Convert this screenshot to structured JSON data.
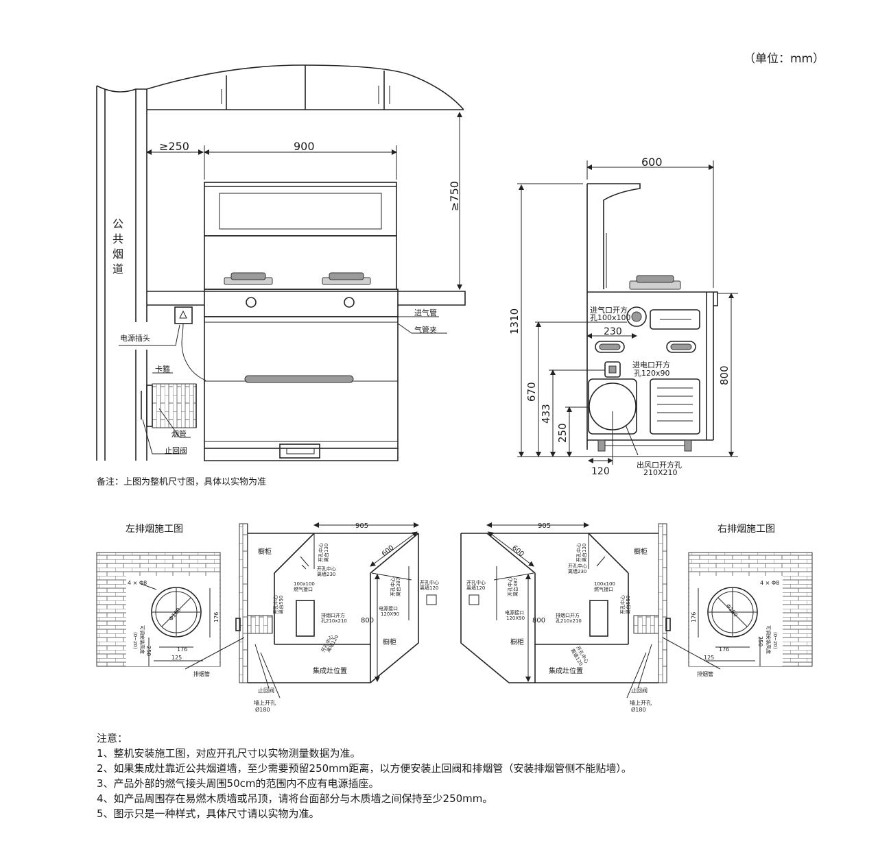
{
  "unit_label": "（单位：mm）",
  "remark": "备注：上图为整机尺寸图，具体以实物为准",
  "front_view": {
    "flue_label": [
      "公",
      "共",
      "烟",
      "道"
    ],
    "dim_gap": "≥250",
    "dim_width": "900",
    "dim_height_above": "≥750",
    "power_plug": "电源插头",
    "clamp": "卡箍",
    "smoke_pipe": "烟管",
    "check_valve": "止回阀",
    "gas_inlet_pipe": "进气管",
    "gas_pipe_clip": "气管夹"
  },
  "side_view": {
    "dim_depth": "600",
    "dim_total_height": "1310",
    "dim_670": "670",
    "dim_433": "433",
    "dim_250": "250",
    "dim_800": "800",
    "dim_230": "230",
    "dim_120": "120",
    "gas_hole_line1": "进气口开方",
    "gas_hole_line2": "孔100x100",
    "power_hole_line1": "进电口开方",
    "power_hole_line2": "孔120x90",
    "air_outlet_line1": "出风口开方孔",
    "air_outlet_line2": "210X210"
  },
  "left_install": {
    "title": "左排烟施工图",
    "dim_905": "905",
    "dim_600": "600",
    "dim_800": "800",
    "cabinet_top": "橱柜",
    "cabinet_bottom": "橱柜",
    "stove_position": "集成灶位置",
    "hole_center_a": [
      "开孔中心",
      "离台130"
    ],
    "hole_center_b": [
      "开孔中心",
      "离墙230"
    ],
    "gas_interface": [
      "100x100",
      "燃气接口"
    ],
    "hole_center_c": [
      "开孔中心",
      "离台550"
    ],
    "exhaust_opening": [
      "排烟口开方",
      "孔210x210"
    ],
    "hole_center_d": [
      "开孔中心",
      "离墙120"
    ],
    "hole_center_e": [
      "开孔中心",
      "离台387"
    ],
    "hole_center_f": [
      "开孔中心",
      "离墙120"
    ],
    "power_interface": [
      "电源接口",
      "120X90"
    ],
    "exhaust_pipe": "排烟管",
    "check_valve": "止回阀",
    "wall_hole": [
      "墙上开孔",
      "Ø180"
    ],
    "brick_4phi8": "4 × Φ8",
    "brick_phi180": "Φ180",
    "brick_176v": "176",
    "brick_176h": "176",
    "brick_250": "250",
    "brick_125": "125",
    "brick_adjust": [
      "可调安装高度",
      "(0~20)"
    ]
  },
  "right_install": {
    "title": "右排烟施工图",
    "dim_905": "905",
    "dim_600": "600",
    "dim_800": "800",
    "cabinet_top": "橱柜",
    "cabinet_bottom": "橱柜",
    "stove_position": "集成灶位置",
    "hole_center_a": [
      "开孔中心",
      "离台130"
    ],
    "hole_center_b": [
      "开孔中心",
      "离墙230"
    ],
    "gas_interface": [
      "100x100",
      "燃气接口"
    ],
    "hole_center_c": [
      "开孔中心",
      "离台550"
    ],
    "exhaust_opening": [
      "排烟口开方",
      "孔210x210"
    ],
    "hole_center_d": [
      "开孔中心",
      "离墙120"
    ],
    "hole_center_e": [
      "开孔中心",
      "离台387"
    ],
    "hole_center_f": [
      "开孔中心",
      "离墙120"
    ],
    "power_interface": [
      "电源接口",
      "120X90"
    ],
    "exhaust_pipe": "排烟管",
    "check_valve": "止回阀",
    "wall_hole": [
      "墙上开孔",
      "Ø180"
    ],
    "brick_4phi8": "4 × Φ8",
    "brick_phi180": "Φ180",
    "brick_176v": "176",
    "brick_176h": "176",
    "brick_250": "250",
    "brick_125": "125",
    "brick_adjust": [
      "可调安装高度",
      "(0~20)"
    ]
  },
  "notes": {
    "title": "注意：",
    "items": [
      "1、整机安装施工图，对应开孔尺寸以实物测量数据为准。",
      "2、如果集成灶靠近公共烟道墙，至少需要预留250mm距离，以方便安装止回阀和排烟管（安装排烟管侧不能贴墙）。",
      "3、产品外部的燃气接头周围50cm的范围内不应有电源插座。",
      "4、如产品周围存在易燃木质墙或吊顶，请将台面部分与木质墙之间保持至少250mm。",
      "5、图示只是一种样式，具体尺寸请以实物为准。"
    ]
  }
}
